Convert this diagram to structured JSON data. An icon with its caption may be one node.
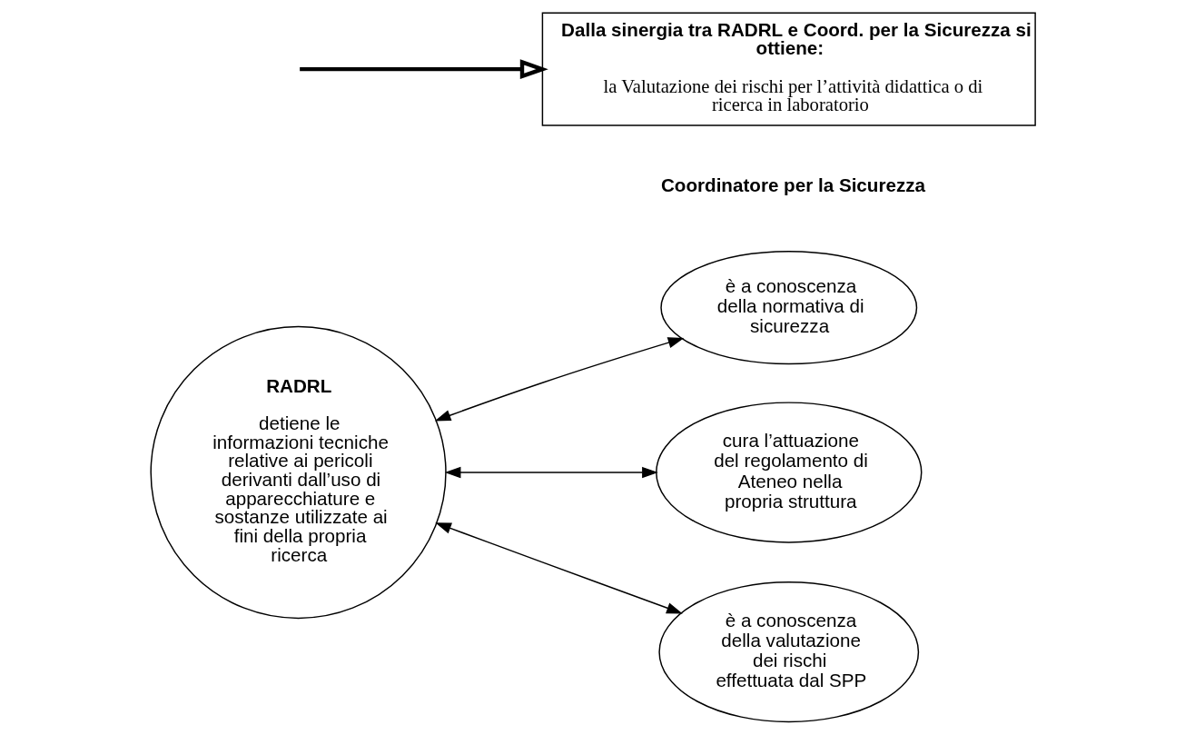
{
  "diagram": {
    "nodes": [
      {
        "text": [
          "RADRL",
          "detiene le informazioni tecniche relative ai pericoli derivanti dall’uso di apparecchiature e sostanze utilizzate ai fini della propria ricerca"
        ]
      },
      {
        "text": [
          "è a conoscenza della normativa di sicurezza"
        ]
      },
      {
        "text": [
          "cura l’attuazione del regolamento di Ateneo nella propria struttura"
        ]
      },
      {
        "text": [
          "è a conoscenza della valutazione dei rischi effettuata dal SPP"
        ]
      },
      {
        "text": [
          "Dalla sinergia tra RADRL e Coord. per la Sicurezza si ottiene:",
          "la Valutazione dei rischi per l’attività didattica o di ricerca in laboratorio"
        ]
      }
    ],
    "edges": [
      {
        "from": 0,
        "to": 1,
        "arrow": "both"
      },
      {
        "from": 0,
        "to": 2,
        "arrow": "both"
      },
      {
        "from": 0,
        "to": 3,
        "arrow": "both"
      },
      {
        "from": null,
        "to": 4,
        "arrow": "to",
        "style": "thick"
      }
    ],
    "labels": [
      "Coordinatore per la Sicurezza"
    ]
  }
}
